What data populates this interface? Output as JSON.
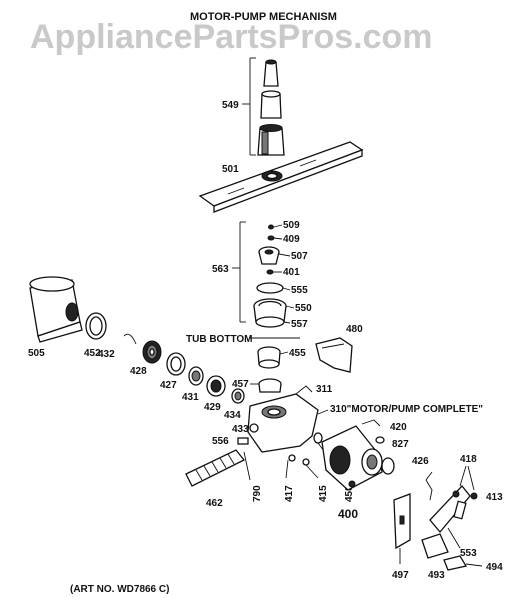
{
  "title": "MOTOR-PUMP MECHANISM",
  "watermark": "AppliancePartsPros.com",
  "art_number": "(ART NO. WD7866 C)",
  "labels": {
    "p549": "549",
    "p501": "501",
    "p509": "509",
    "p409": "409",
    "p507": "507",
    "p563": "563",
    "p401": "401",
    "p555": "555",
    "p550": "550",
    "p557": "557",
    "tub_bottom": "TUB BOTTOM",
    "p480": "480",
    "p455": "455",
    "p505": "505",
    "p452": "452",
    "p432": "432",
    "p428": "428",
    "p427": "427",
    "p431": "431",
    "p429": "429",
    "p434": "434",
    "p457": "457",
    "p311": "311",
    "p310": "310\"MOTOR/PUMP COMPLETE\"",
    "p433": "433",
    "p420": "420",
    "p556": "556",
    "p827": "827",
    "p426": "426",
    "p418": "418",
    "p413": "413",
    "p462": "462",
    "p790": "790",
    "p417": "417",
    "p415": "415",
    "p458": "458",
    "p400": "400",
    "p553": "553",
    "p497": "497",
    "p493": "493",
    "p494": "494"
  },
  "colors": {
    "ink": "#111111",
    "watermark": "#c9c9c9",
    "background": "#ffffff"
  }
}
